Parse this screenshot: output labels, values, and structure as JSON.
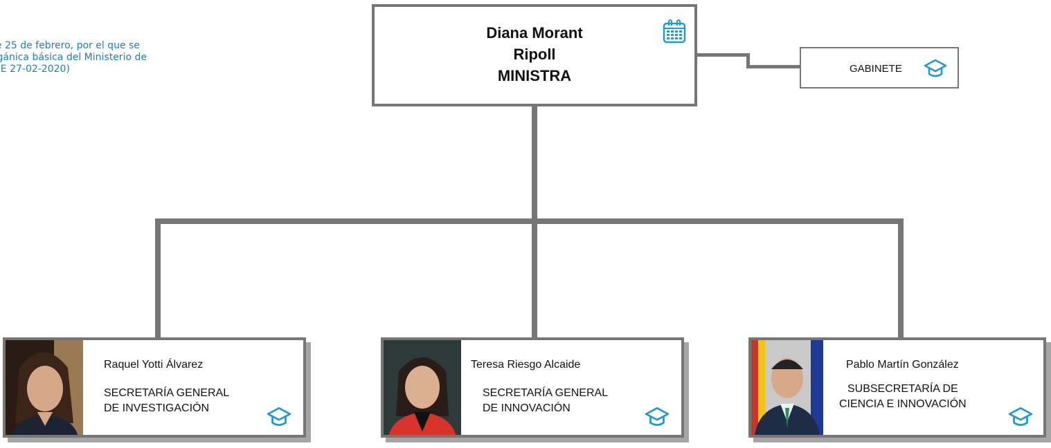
{
  "legal_text": {
    "line1": "le 25 de febrero, por el que se",
    "line2": "rgánica básica del Ministerio de",
    "line3": "DE 27-02-2020)"
  },
  "minister": {
    "name_line1": "Diana Morant",
    "name_line2": "Ripoll",
    "title": "MINISTRA",
    "icon": "calendar-icon"
  },
  "gabinete": {
    "label": "GABINETE",
    "icon": "graduation-cap-icon"
  },
  "units": [
    {
      "person": "Raquel Yotti Álvarez",
      "unit_line1": "SECRETARÍA GENERAL",
      "unit_line2": "DE INVESTIGACIÓN",
      "icon": "graduation-cap-icon"
    },
    {
      "person": "Teresa Riesgo Alcaide",
      "unit_line1": "SECRETARÍA GENERAL",
      "unit_line2": "DE INNOVACIÓN",
      "icon": "graduation-cap-icon"
    },
    {
      "person": "Pablo Martín González",
      "unit_line1": "SUBSECRETARÍA DE",
      "unit_line2": "CIENCIA E INNOVACIÓN",
      "icon": "graduation-cap-icon"
    }
  ],
  "colors": {
    "accent": "#1f7db8",
    "border": "#767676",
    "shadow": "#a6a6a6"
  }
}
